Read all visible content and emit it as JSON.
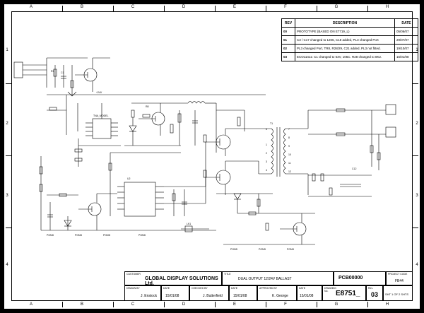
{
  "zones": {
    "columns": [
      "A",
      "B",
      "C",
      "D",
      "E",
      "F",
      "G",
      "H"
    ],
    "rows": [
      "1",
      "2",
      "3",
      "4"
    ]
  },
  "revisions": {
    "headers": {
      "rev": "REV",
      "description": "DESCRIPTION",
      "date": "DATE"
    },
    "rows": [
      {
        "rev": "00",
        "description": "PROTOTYPE (BASED ON E7719_L)",
        "date": "05/06/07"
      },
      {
        "rev": "01",
        "description": "C3 / C17 changed to 1206, C18 added, PL3 changed Port",
        "date": "29/07/07"
      },
      {
        "rev": "02",
        "description": "PL3 changed Port, TR8, R28/29, C21 added, PL3 not fitted.",
        "date": "19/10/07"
      },
      {
        "rev": "03",
        "description": "ECO11411: C1 changed to 63V, 105C. R28 changed to 8K2.",
        "date": "15/01/08"
      }
    ]
  },
  "title_block": {
    "customer_label": "CUSTOMER",
    "customer": "GLOBAL DISPLAY SOLUTIONS Ltd.",
    "title_label": "TITLE",
    "title": "DUAL OUTPUT 12/24V BALLAST",
    "pcb_label": "PCB00000",
    "project_code_label": "PROJECT CODE",
    "project_code": "FB44",
    "drawn_by_label": "DRAWN BY",
    "drawn_by": "J. Enstock",
    "date_label": "DATE",
    "drawn_date": "15/01/08",
    "checked_by_label": "CHECKED BY",
    "checked_by": "J. Butterfield",
    "checked_date": "15/01/08",
    "approved_by_label": "APPROVED BY",
    "approved_by": "K. George",
    "approved_date": "15/01/08",
    "drawing_no_label": "DRAWING No.",
    "drawing_no": "E8751_",
    "rev_label": "Rev.",
    "rev": "03",
    "sheet": "SHT 1 OF 2 SHTS"
  },
  "schematic": {
    "transformer_pins": [
      "6",
      "7",
      "8",
      "1",
      "9",
      "2",
      "10",
      "3",
      "11",
      "4",
      "12"
    ],
    "transformer_label": "T1"
  }
}
